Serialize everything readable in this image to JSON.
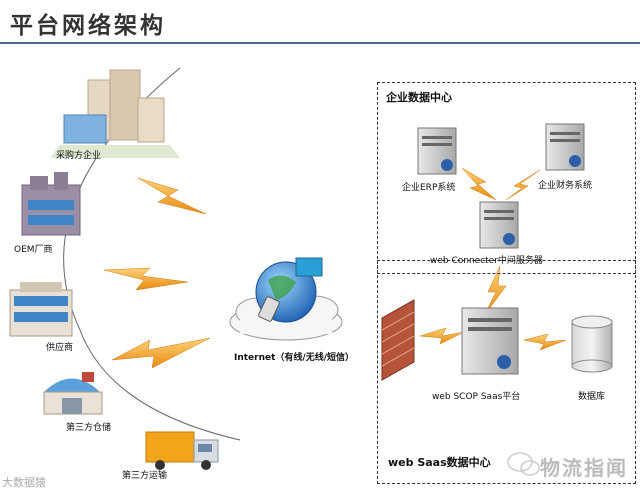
{
  "header": {
    "title": "平台网络架构"
  },
  "nodes": {
    "buyer": "采购方企业",
    "oem": "OEM厂商",
    "supplier": "供应商",
    "warehouse": "第三方仓储",
    "transport": "第三方运输",
    "internet": "Internet（有线/无线/短信）"
  },
  "enterprise_dc": {
    "title": "企业数据中心",
    "erp": "企业ERP系统",
    "finance": "企业财务系统",
    "middleware": "web Connecter中间服务器"
  },
  "saas_dc": {
    "title": "web Saas数据中心",
    "platform": "web SCOP Saas平台",
    "database": "数据库"
  },
  "watermarks": {
    "left": "大数据猿",
    "right": "物流指闻"
  },
  "colors": {
    "title_rule": "#4b6b8c",
    "lightning": "#f5a623",
    "firewall": "#b5543a"
  }
}
